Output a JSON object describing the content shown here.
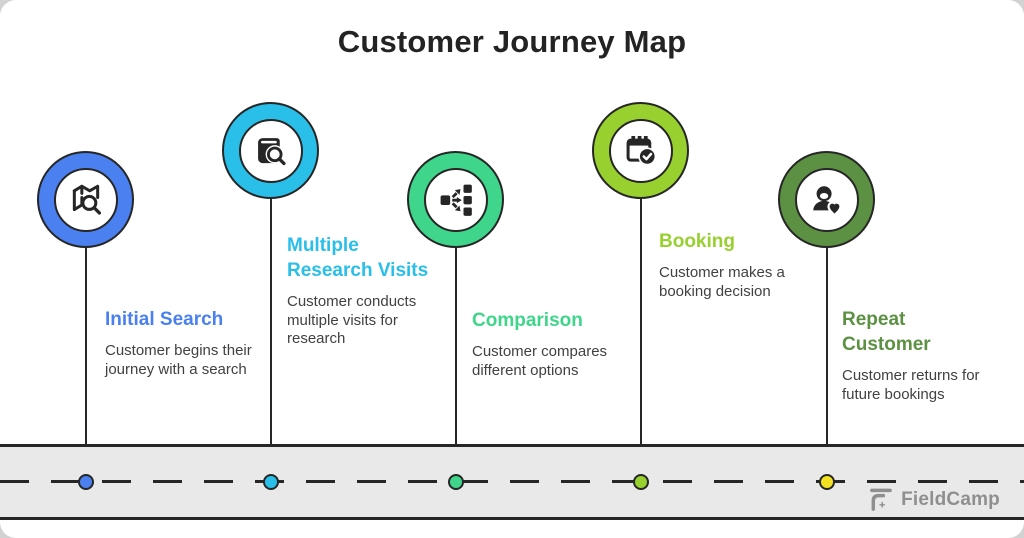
{
  "title": "Customer Journey Map",
  "brand": {
    "name": "FieldCamp"
  },
  "colors": {
    "stage1_blue": "#4a80f0",
    "stage2_cyan": "#29bfe9",
    "stage3_green": "#3fd68b",
    "stage4_lime": "#98d02f",
    "stage5_dark_green": "#5c9143",
    "timeline_dot5_yellow": "#f2e222",
    "outline_dark": "#262626",
    "road_gray": "#e9e9e9",
    "body_text": "#414141"
  },
  "stages": [
    {
      "name": "Initial Search",
      "description": "Customer begins their journey with a search",
      "icon": "map-search-icon",
      "color": "#4a80f0",
      "dot_color": "#4a80f0"
    },
    {
      "name": "Multiple Research Visits",
      "description": "Customer conducts multiple visits for research",
      "icon": "book-search-icon",
      "color": "#29bfe9",
      "dot_color": "#29bfe9"
    },
    {
      "name": "Comparison",
      "description": "Customer compares different options",
      "icon": "compare-options-icon",
      "color": "#3fd68b",
      "dot_color": "#3fd68b"
    },
    {
      "name": "Booking",
      "description": "Customer makes a booking decision",
      "icon": "calendar-check-icon",
      "color": "#98d02f",
      "dot_color": "#98d02f"
    },
    {
      "name": "Repeat Customer",
      "description": "Customer returns for future bookings",
      "icon": "customer-heart-icon",
      "color": "#5c9143",
      "dot_color": "#f2e222"
    }
  ]
}
